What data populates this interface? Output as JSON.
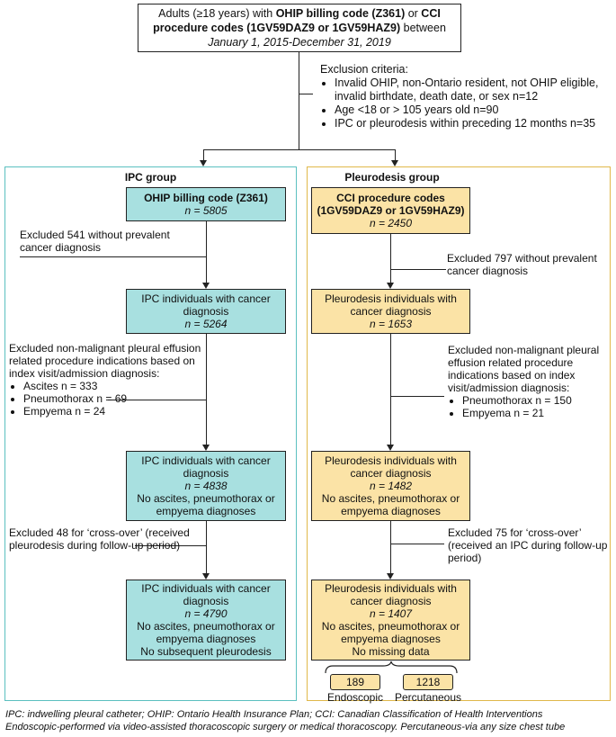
{
  "top_box": {
    "line1_pre": "Adults (≥18 years) with ",
    "line1_bold": "OHIP billing code (Z361)",
    "line1_mid": " or ",
    "line1_bold2": "CCI",
    "line2_bold": "procedure codes (1GV59DAZ9 or 1GV59HAZ9)",
    "line2_post": " between",
    "line3_ital": "January 1, 2015-December 31, 2019"
  },
  "exclusion": {
    "title": "Exclusion criteria:",
    "items": [
      "Invalid OHIP, non-Ontario resident, not OHIP eligible, invalid birthdate, death date, or sex n=12",
      "Age <18 or > 105 years old n=90",
      "IPC or pleurodesis within preceding 12 months n=35"
    ]
  },
  "ipc": {
    "group_title": "IPC group",
    "group_color": "#5bc0c0",
    "box1": {
      "title": "OHIP billing code (Z361)",
      "n": "n = 5805"
    },
    "excl1": "Excluded 541 without prevalent cancer diagnosis",
    "box2": {
      "line1": "IPC individuals with cancer",
      "line2": "diagnosis",
      "n": "n = 5264"
    },
    "excl2": {
      "text": "Excluded non-malignant pleural effusion related procedure indications based on index visit/admission diagnosis:",
      "items": [
        "Ascites n = 333",
        "Pneumothorax  n = 69",
        "Empyema  n = 24"
      ]
    },
    "box3": {
      "line1": "IPC individuals with cancer",
      "line2": "diagnosis",
      "n": "n = 4838",
      "line3": "No ascites, pneumothorax or",
      "line4": "empyema  diagnoses"
    },
    "excl3": "Excluded 48 for ‘cross-over’ (received pleurodesis during follow-up period)",
    "box4": {
      "line1": "IPC individuals with cancer",
      "line2": "diagnosis",
      "n": "n = 4790",
      "line3": "No ascites, pneumothorax or",
      "line4": "empyema diagnoses",
      "line5": "No subsequent pleurodesis"
    }
  },
  "pleurodesis": {
    "group_title": "Pleurodesis group",
    "group_color": "#e0b84a",
    "box1": {
      "title1": "CCI procedure codes",
      "title2": "(1GV59DAZ9 or 1GV59HAZ9)",
      "n": "n = 2450"
    },
    "excl1": "Excluded 797 without prevalent cancer diagnosis",
    "box2": {
      "line1": "Pleurodesis individuals with",
      "line2": "cancer diagnosis",
      "n": "n = 1653"
    },
    "excl2": {
      "text": "Excluded non-malignant pleural effusion related procedure indications based on index visit/admission diagnosis:",
      "items": [
        "Pneumothorax  n = 150",
        "Empyema  n = 21"
      ]
    },
    "box3": {
      "line1": "Pleurodesis individuals with",
      "line2": "cancer diagnosis",
      "n": "n = 1482",
      "line3": "No ascites, pneumothorax or",
      "line4": "empyema  diagnoses"
    },
    "excl3": "Excluded 75 for ‘cross-over’ (received an IPC during follow-up period)",
    "box4": {
      "line1": "Pleurodesis individuals with",
      "line2": "cancer diagnosis",
      "n": "n = 1407",
      "line3": "No ascites, pneumothorax or",
      "line4": "empyema diagnoses",
      "line5": "No missing data"
    },
    "sub": [
      {
        "value": "189",
        "label": "Endoscopic"
      },
      {
        "value": "1218",
        "label": "Percutaneous"
      }
    ]
  },
  "footnote": {
    "line1": "IPC: indwelling pleural catheter; OHIP: Ontario Health Insurance Plan; CCI: Canadian Classification of Health Interventions",
    "line2": "Endoscopic-performed via video-assisted thoracoscopic surgery or medical thoracoscopy. Percutaneous-via any size chest tube"
  }
}
